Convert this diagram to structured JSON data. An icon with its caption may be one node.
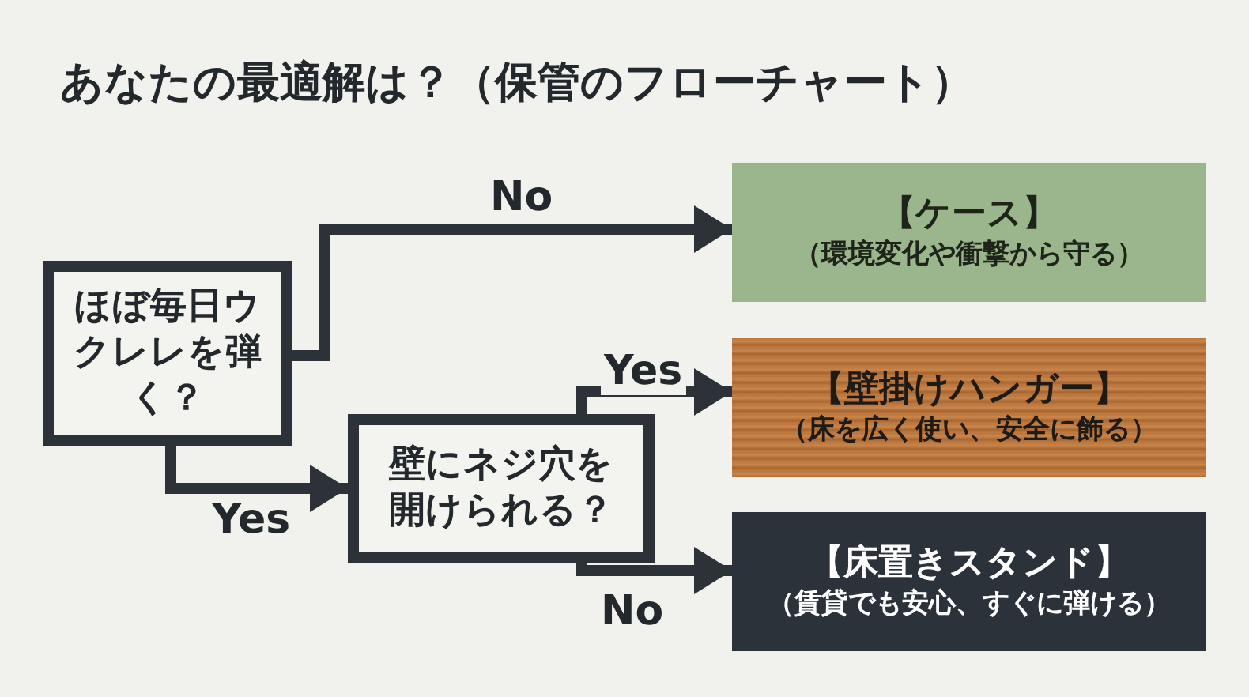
{
  "diagram": {
    "title": "あなたの最適解は？（保管のフローチャート）",
    "nodes": [
      {
        "text": [
          "ほぼ毎日ウクレレを弾く？"
        ]
      },
      {
        "text": [
          "壁にネジ穴を開けられる？"
        ]
      },
      {
        "text": [
          "【ケース】",
          "（環境変化や衝撃から守る）"
        ]
      },
      {
        "text": [
          "【壁掛けハンガー】",
          "（床を広く使い、安全に飾る）"
        ]
      },
      {
        "text": [
          "【床置きスタンド】",
          "（賃貸でも安心、すぐに弾ける）"
        ]
      }
    ],
    "edges": [
      {
        "from": 0,
        "to": 2,
        "arrow": "to",
        "label": "No"
      },
      {
        "from": 0,
        "to": 1,
        "arrow": "to",
        "label": "Yes"
      },
      {
        "from": 1,
        "to": 3,
        "arrow": "to",
        "label": "Yes"
      },
      {
        "from": 1,
        "to": 4,
        "arrow": "to",
        "label": "No"
      }
    ]
  }
}
